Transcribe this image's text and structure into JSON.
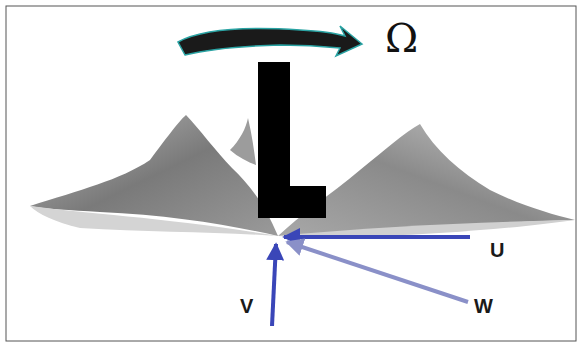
{
  "diagram": {
    "labels": [
      "Ω",
      "U",
      "V",
      "W"
    ]
  }
}
